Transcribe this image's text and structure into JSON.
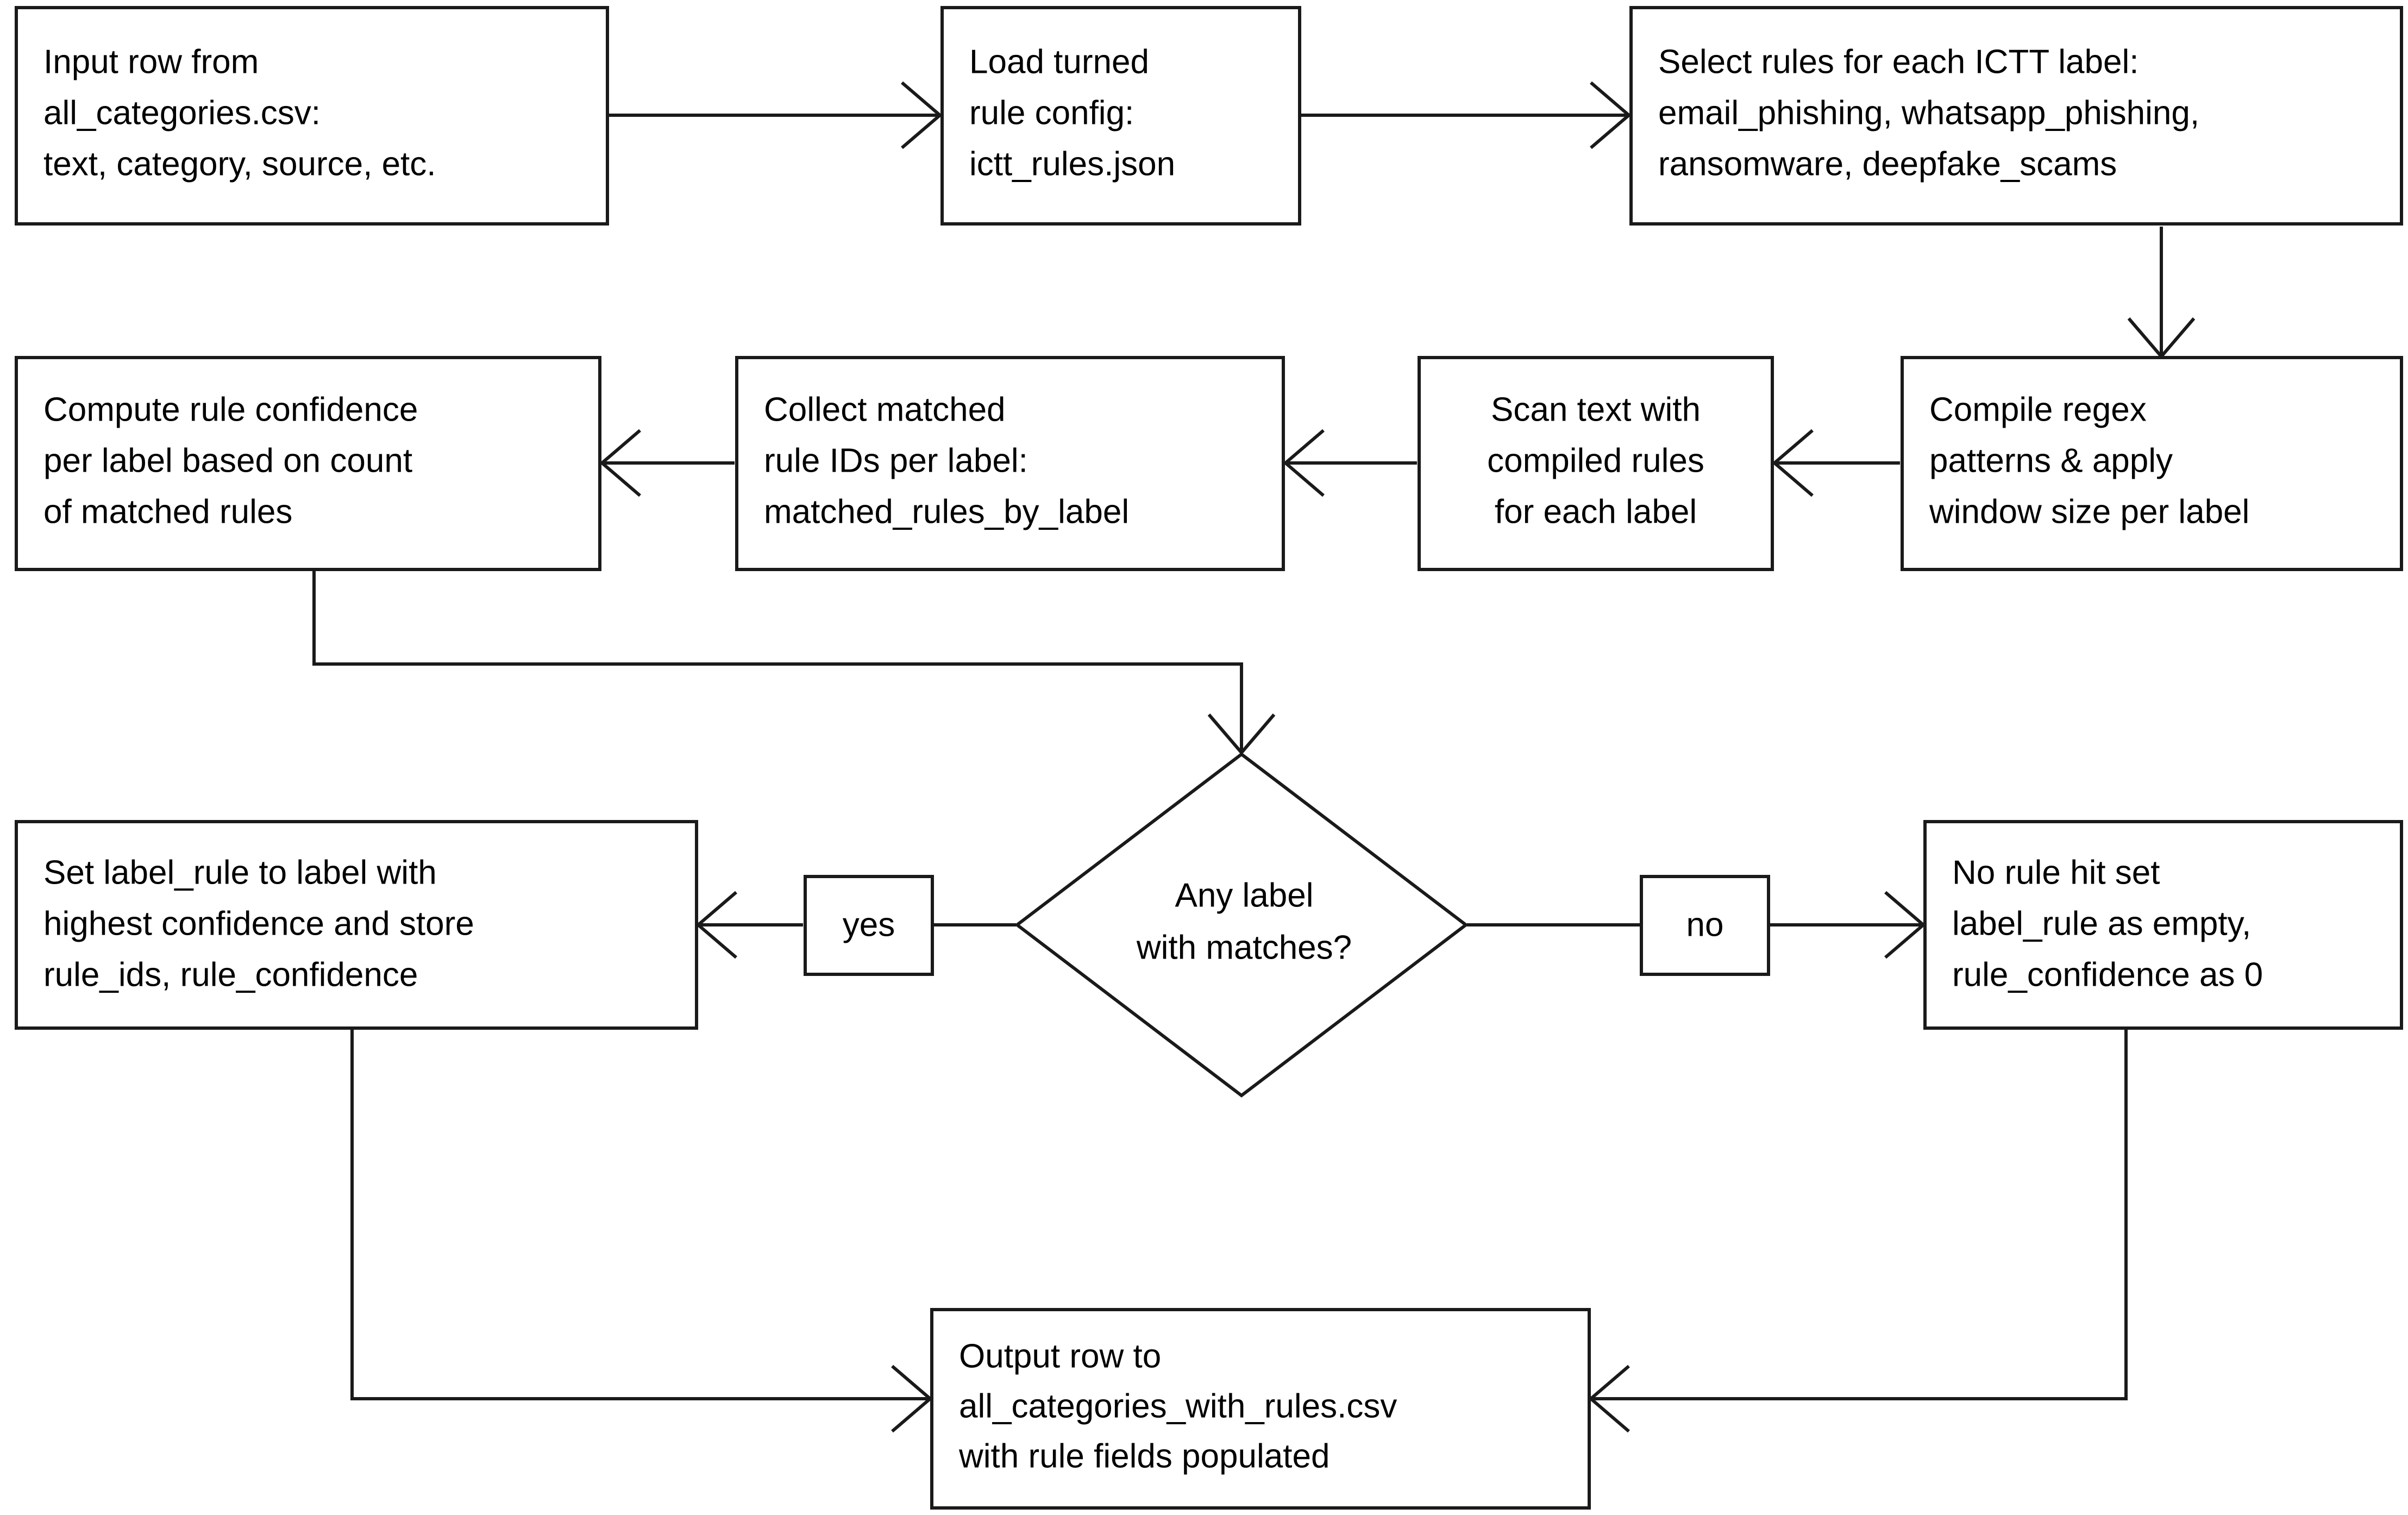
{
  "diagram": {
    "type": "flowchart",
    "title": "ICTT rule-based labeling pipeline",
    "background_color": "#ffffff",
    "stroke_color": "#1a1a1a",
    "text_color": "#000000"
  },
  "nodes": {
    "input_row": {
      "shape": "rectangle",
      "lines": [
        "Input row from",
        "all_categories.csv:",
        "text, category, source, etc."
      ]
    },
    "load_config": {
      "shape": "rectangle",
      "lines": [
        "Load turned",
        "rule config:",
        "ictt_rules.json"
      ]
    },
    "select_rules": {
      "shape": "rectangle",
      "lines": [
        "Select rules for each ICTT label:",
        "email_phishing, whatsapp_phishing,",
        "ransomware, deepfake_scams"
      ]
    },
    "compile_regex": {
      "shape": "rectangle",
      "lines": [
        "Compile regex",
        "patterns & apply",
        "window size per label"
      ]
    },
    "scan_text": {
      "shape": "rectangle",
      "lines": [
        "Scan text with",
        "compiled rules",
        "for each label"
      ]
    },
    "collect_matched": {
      "shape": "rectangle",
      "lines": [
        "Collect matched",
        "rule IDs per label:",
        "matched_rules_by_label"
      ]
    },
    "compute_confidence": {
      "shape": "rectangle",
      "lines": [
        "Compute rule confidence",
        "per label based on count",
        "of matched rules"
      ]
    },
    "decision": {
      "shape": "diamond",
      "lines": [
        "Any label",
        "with matches?"
      ]
    },
    "yes_label": {
      "shape": "rectangle",
      "lines": [
        "yes"
      ]
    },
    "no_label": {
      "shape": "rectangle",
      "lines": [
        "no"
      ]
    },
    "set_label_rule": {
      "shape": "rectangle",
      "lines": [
        "Set label_rule to label with",
        "highest confidence and store",
        "rule_ids, rule_confidence"
      ]
    },
    "no_rule_hit": {
      "shape": "rectangle",
      "lines": [
        "No rule hit set",
        "label_rule as empty,",
        "rule_confidence as 0"
      ]
    },
    "output_row": {
      "shape": "rectangle",
      "lines": [
        "Output row to",
        "all_categories_with_rules.csv",
        "with rule fields populated"
      ]
    }
  },
  "edges": [
    {
      "from": "input_row",
      "to": "load_config",
      "label": ""
    },
    {
      "from": "load_config",
      "to": "select_rules",
      "label": ""
    },
    {
      "from": "select_rules",
      "to": "compile_regex",
      "label": ""
    },
    {
      "from": "compile_regex",
      "to": "scan_text",
      "label": ""
    },
    {
      "from": "scan_text",
      "to": "collect_matched",
      "label": ""
    },
    {
      "from": "collect_matched",
      "to": "compute_confidence",
      "label": ""
    },
    {
      "from": "compute_confidence",
      "to": "decision",
      "label": ""
    },
    {
      "from": "decision",
      "to": "set_label_rule",
      "label": "yes"
    },
    {
      "from": "decision",
      "to": "no_rule_hit",
      "label": "no"
    },
    {
      "from": "set_label_rule",
      "to": "output_row",
      "label": ""
    },
    {
      "from": "no_rule_hit",
      "to": "output_row",
      "label": ""
    }
  ]
}
